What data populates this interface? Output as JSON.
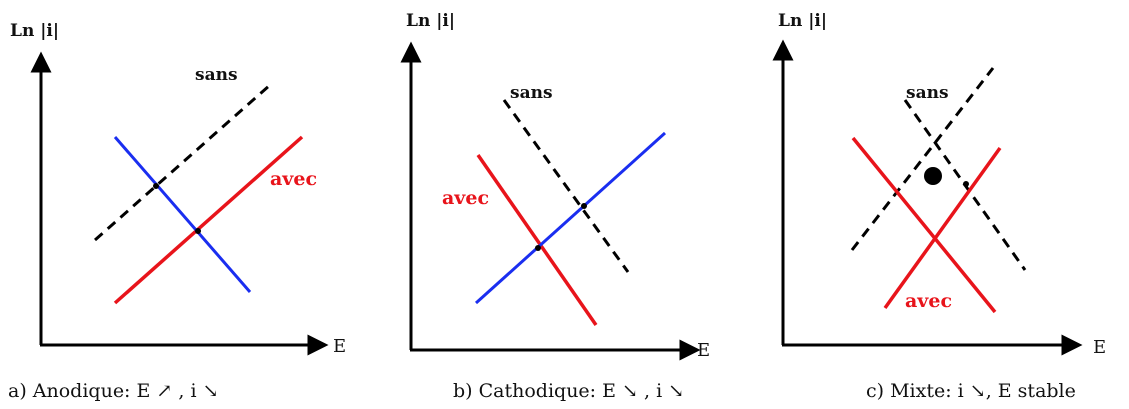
{
  "panels": [
    {
      "y_label": "Ln |i|",
      "x_label": "E",
      "sans_label": "sans",
      "avec_label": "avec",
      "caption": "a) Anodique: E ↗ , i ↘"
    },
    {
      "y_label": "Ln |i|",
      "x_label": "E",
      "sans_label": "sans",
      "avec_label": "avec",
      "caption": "b) Cathodique: E ↘ , i ↘"
    },
    {
      "y_label": "Ln |i|",
      "x_label": "E",
      "sans_label": "sans",
      "avec_label": "avec",
      "caption": "c)  Mixte: i ↘, E stable"
    }
  ],
  "colors": {
    "without_inhibitor": "#000000",
    "with_inhibitor": "#e8141b",
    "partner_curve": "#1a2ef0",
    "axis": "#000000"
  }
}
